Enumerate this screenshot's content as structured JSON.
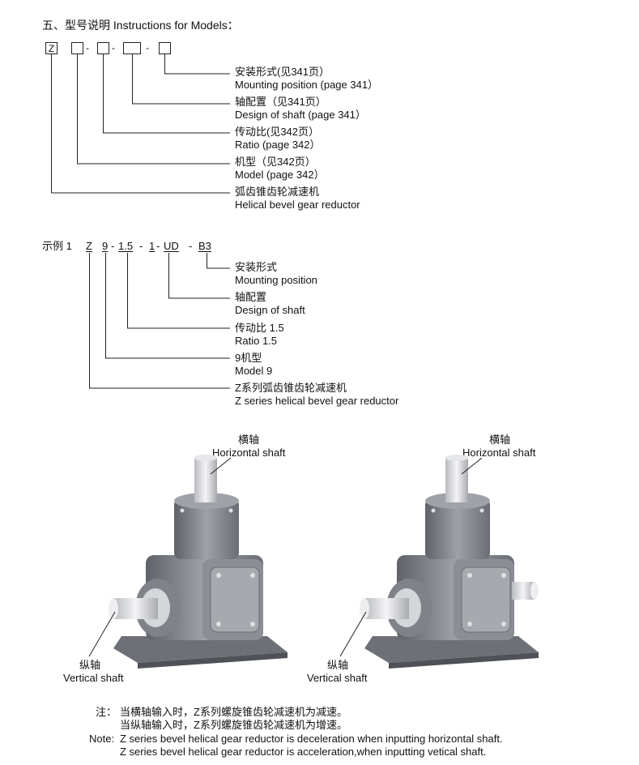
{
  "heading": "五、型号说明 Instructions for Models：",
  "model_code": {
    "first_box": "Z",
    "dash": "-"
  },
  "definitions": [
    {
      "zh": "安装形式(见341页）",
      "en": "Mounting position (page 341）"
    },
    {
      "zh": "轴配置（见341页）",
      "en": "Design of shaft  (page 341）"
    },
    {
      "zh": "传动比(见342页）",
      "en": "Ratio (page 342）"
    },
    {
      "zh": "机型（见342页）",
      "en": "Model (page 342）"
    },
    {
      "zh": "弧齿锥齿轮减速机",
      "en": "Helical bevel gear reductor"
    }
  ],
  "example": {
    "label": "示例 1",
    "parts": [
      "Z",
      "9",
      "1.5",
      "1",
      "UD",
      "B3"
    ],
    "dash": "-",
    "items": [
      {
        "zh": "安装形式",
        "en": "Mounting position"
      },
      {
        "zh": "轴配置",
        "en": "Design of shaft"
      },
      {
        "zh": "传动比 1.5",
        "en": "Ratio 1.5"
      },
      {
        "zh": "9机型",
        "en": "Model 9"
      },
      {
        "zh": "Z系列弧齿锥齿轮减速机",
        "en": "Z series helical bevel gear reductor"
      }
    ]
  },
  "diagrams": [
    {
      "top_zh": "横轴",
      "top_en": "Horizontal shaft",
      "bottom_zh": "纵轴",
      "bottom_en": "Vertical shaft"
    },
    {
      "top_zh": "横轴",
      "top_en": "Horizontal shaft",
      "bottom_zh": "纵轴",
      "bottom_en": "Vertical shaft"
    }
  ],
  "notes": {
    "label_zh": "注：",
    "line1_zh": "当横轴输入时，Z系列螺旋锥齿轮减速机为减速。",
    "line2_zh": "当纵轴输入时，Z系列螺旋锥齿轮减速机为增速。",
    "label_en": "Note:",
    "line1_en": "Z series bevel helical gear reductor is deceleration when inputting horizontal shaft.",
    "line2_en": "Z series bevel helical gear reductor is acceleration,when inputting vetical shaft."
  },
  "colors": {
    "body": "#8e9197",
    "body_dark": "#5f6268",
    "body_light": "#c9cbcf",
    "shaft": "#e8e8ea",
    "line": "#222222"
  }
}
